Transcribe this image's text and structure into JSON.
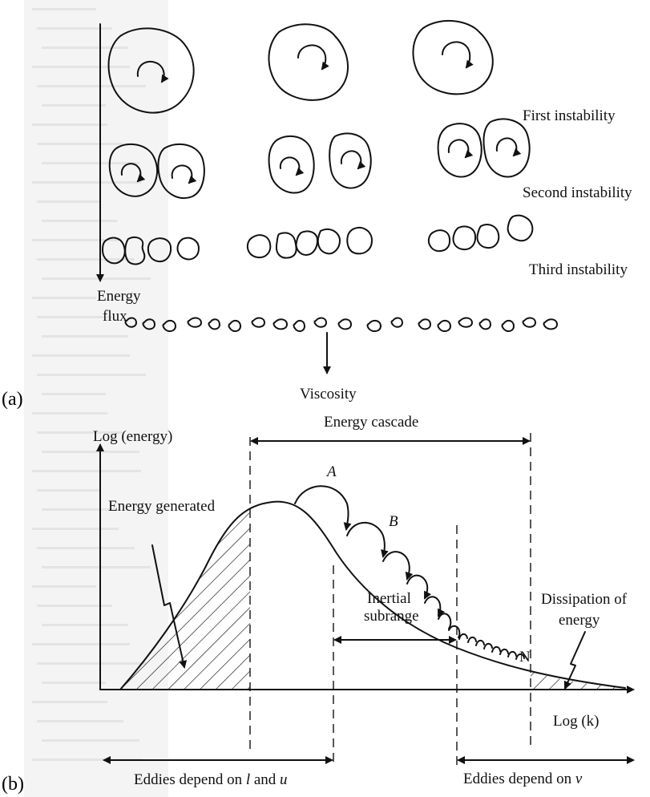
{
  "panel_a": {
    "tag": "(a)",
    "rows": [
      {
        "label": "First instability"
      },
      {
        "label": "Second instability"
      },
      {
        "label": "Third instability"
      }
    ],
    "energy_flux_line1": "Energy",
    "energy_flux_line2": "flux",
    "viscosity": "Viscosity"
  },
  "panel_b": {
    "tag": "(b)",
    "y_axis_label": "Log (energy)",
    "x_axis_label": "Log (k)",
    "energy_cascade": "Energy cascade",
    "energy_generated": "Energy generated",
    "point_a": "A",
    "point_b": "B",
    "point_n": "N",
    "inertial_line1": "Inertial",
    "inertial_line2": "subrange",
    "dissipation_line1": "Dissipation of",
    "dissipation_line2": "energy",
    "eddies_left_prefix": "Eddies depend on ",
    "eddies_left_l": "l",
    "eddies_left_and": " and ",
    "eddies_left_u": "u",
    "eddies_right_prefix": "Eddies depend on ",
    "eddies_right_nu": "ν"
  },
  "colors": {
    "ink": "#111111",
    "paper": "#ffffff",
    "scan_tint": "#ececec"
  }
}
